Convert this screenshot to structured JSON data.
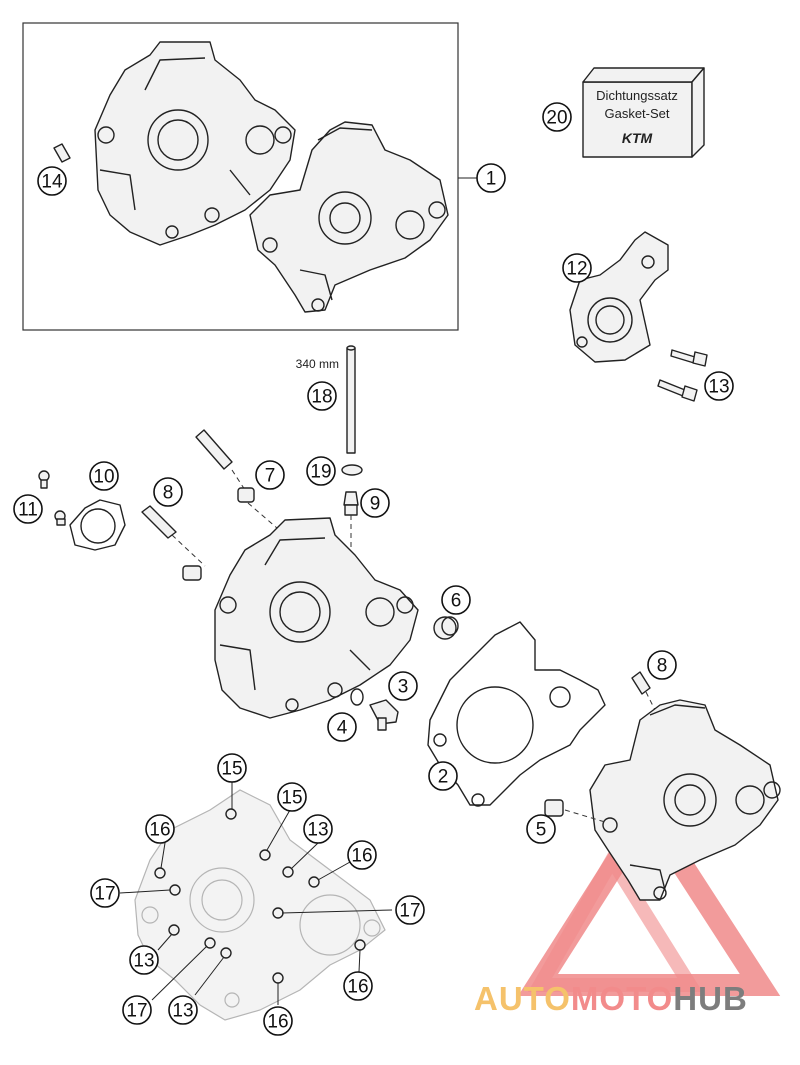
{
  "gasket_kit": {
    "line1": "Dichtungssatz",
    "line2": "Gasket-Set",
    "brand": "KTM"
  },
  "dimension_label": "340 mm",
  "watermark": {
    "part1": "AUTO",
    "part2": "MOTO",
    "part3": "HUB",
    "colors": {
      "auto": "#f5c26b",
      "moto": "#f28b8b",
      "hub": "#7d7d7d",
      "triangle": "#f08a8a"
    }
  },
  "callouts": {
    "c1": "1",
    "c2": "2",
    "c3": "3",
    "c4": "4",
    "c5": "5",
    "c6": "6",
    "c7": "7",
    "c8a": "8",
    "c8b": "8",
    "c9": "9",
    "c10": "10",
    "c11": "11",
    "c12": "12",
    "c13a": "13",
    "c13b": "13",
    "c13c": "13",
    "c13d": "13",
    "c14": "14",
    "c15a": "15",
    "c15b": "15",
    "c16a": "16",
    "c16b": "16",
    "c16c": "16",
    "c16d": "16",
    "c17a": "17",
    "c17b": "17",
    "c17c": "17",
    "c18": "18",
    "c19": "19",
    "c20": "20"
  }
}
